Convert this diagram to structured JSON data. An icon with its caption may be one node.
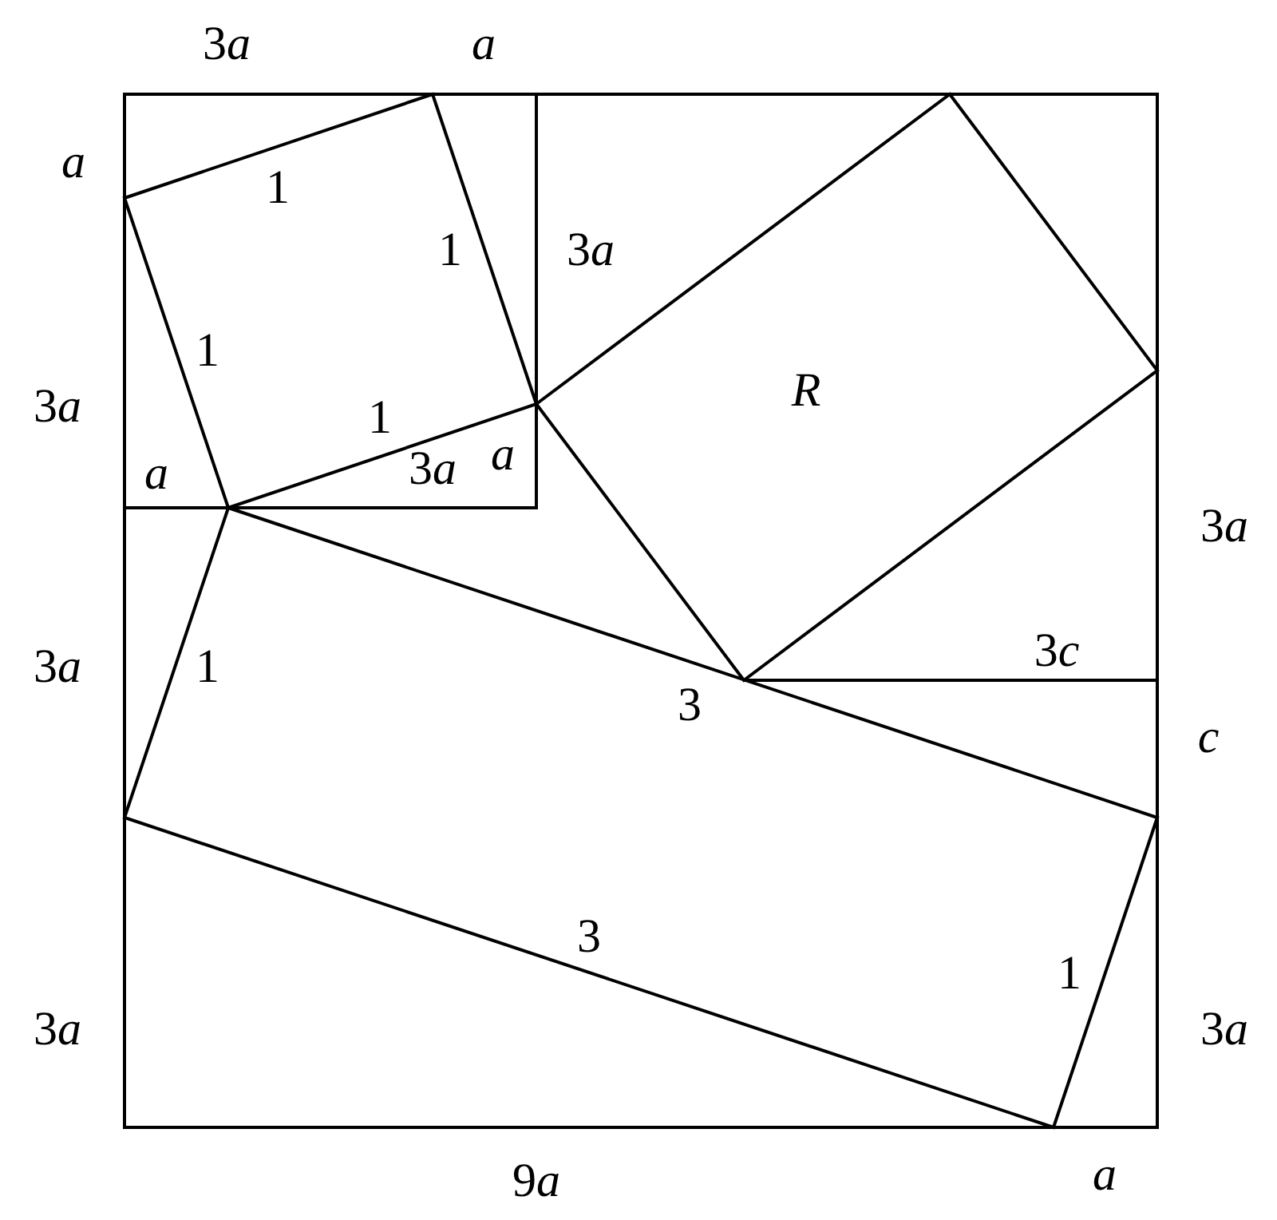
{
  "diagram": {
    "labels": [
      "3a",
      "a",
      "a",
      "1",
      "1",
      "3a",
      "1",
      "3a",
      "R",
      "1",
      "a",
      "3a",
      "a",
      "3a",
      "3a",
      "1",
      "3c",
      "3",
      "c",
      "3",
      "1",
      "3a",
      "3a",
      "9a",
      "a"
    ]
  }
}
